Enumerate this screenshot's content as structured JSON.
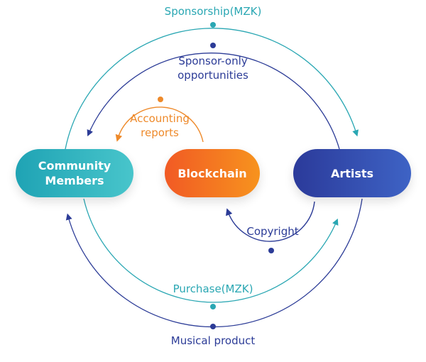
{
  "nodes": {
    "community": "Community\nMembers",
    "blockchain": "Blockchain",
    "artists": "Artists"
  },
  "labels": {
    "sponsorship": "Sponsorship(MZK)",
    "sponsor_only": "Sponsor-only\nopportunities",
    "accounting": "Accounting\nreports",
    "copyright": "Copyright",
    "purchase": "Purchase(MZK)",
    "musical_product": "Musical product"
  },
  "colors": {
    "teal": "#2aa7b3",
    "navy": "#2c3c97",
    "orange": "#ee8a2b"
  }
}
